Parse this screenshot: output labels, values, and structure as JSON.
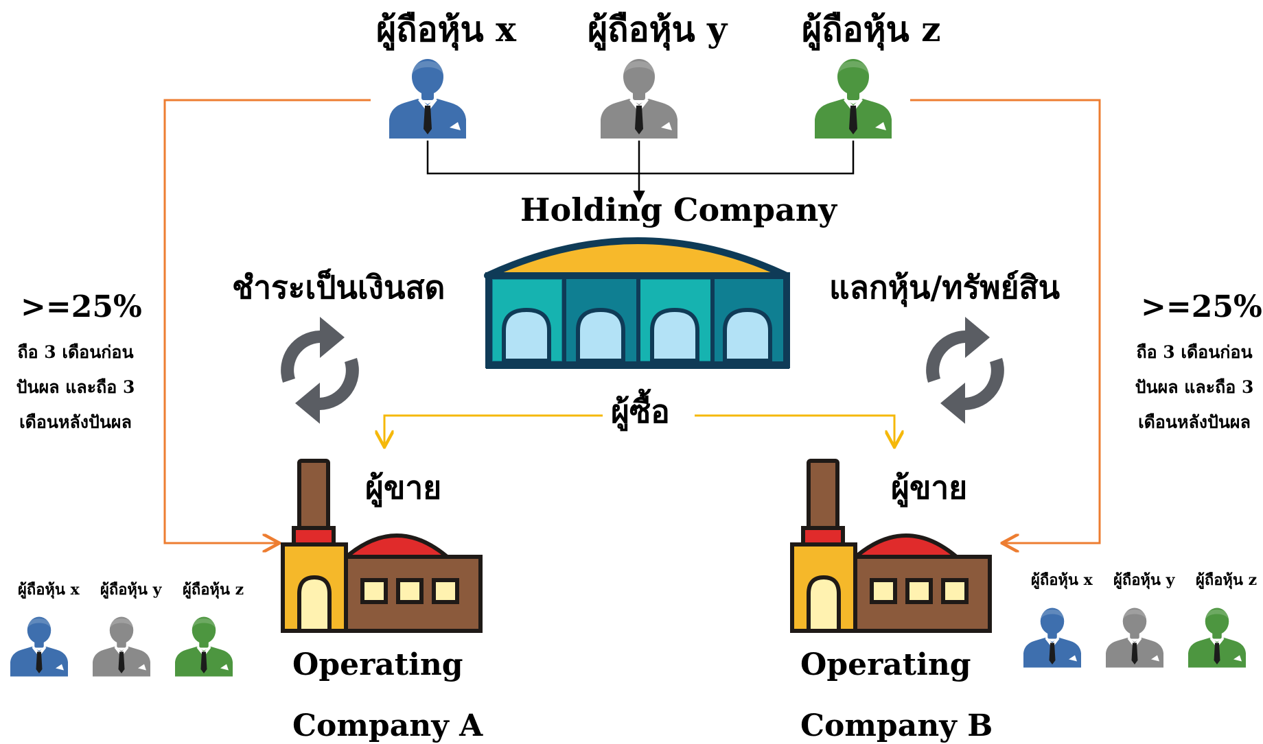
{
  "colors": {
    "shareholder_x": "#3e6fae",
    "shareholder_y": "#8a8a8a",
    "shareholder_z": "#4d9640",
    "orange_arrow": "#ed7d31",
    "yellow_arrow": "#f5b80a",
    "black_arrow": "#000000",
    "cycle_icon": "#5a5d63"
  },
  "top_shareholders": {
    "x": "ผู้ถือหุ้น x",
    "y": "ผู้ถือหุ้น y",
    "z": "ผู้ถือหุ้น z"
  },
  "holding": {
    "title": "Holding Company",
    "buyer": "ผู้ซื้อ"
  },
  "left_side": {
    "method": "ชำระเป็นเงินสด",
    "threshold": ">=25%",
    "note": "ถือ 3 เดือนก่อน ปันผล และถือ 3 เดือนหลังปันผล",
    "seller": "ผู้ขาย",
    "company_line1": "Operating",
    "company_line2": "Company A",
    "shareholders": [
      "ผู้ถือหุ้น x",
      "ผู้ถือหุ้น y",
      "ผู้ถือหุ้น z"
    ]
  },
  "right_side": {
    "method": "แลกหุ้น/ทรัพย์สิน",
    "threshold": ">=25%",
    "note": "ถือ 3 เดือนก่อน ปันผล และถือ 3 เดือนหลังปันผล",
    "seller": "ผู้ขาย",
    "company_line1": "Operating",
    "company_line2": "Company B",
    "shareholders": [
      "ผู้ถือหุ้น x",
      "ผู้ถือหุ้น y",
      "ผู้ถือหุ้น z"
    ]
  },
  "icons": {
    "shareholder": "businessman-icon",
    "holding": "building-icon",
    "operating": "factory-icon",
    "cycle": "refresh-icon"
  }
}
